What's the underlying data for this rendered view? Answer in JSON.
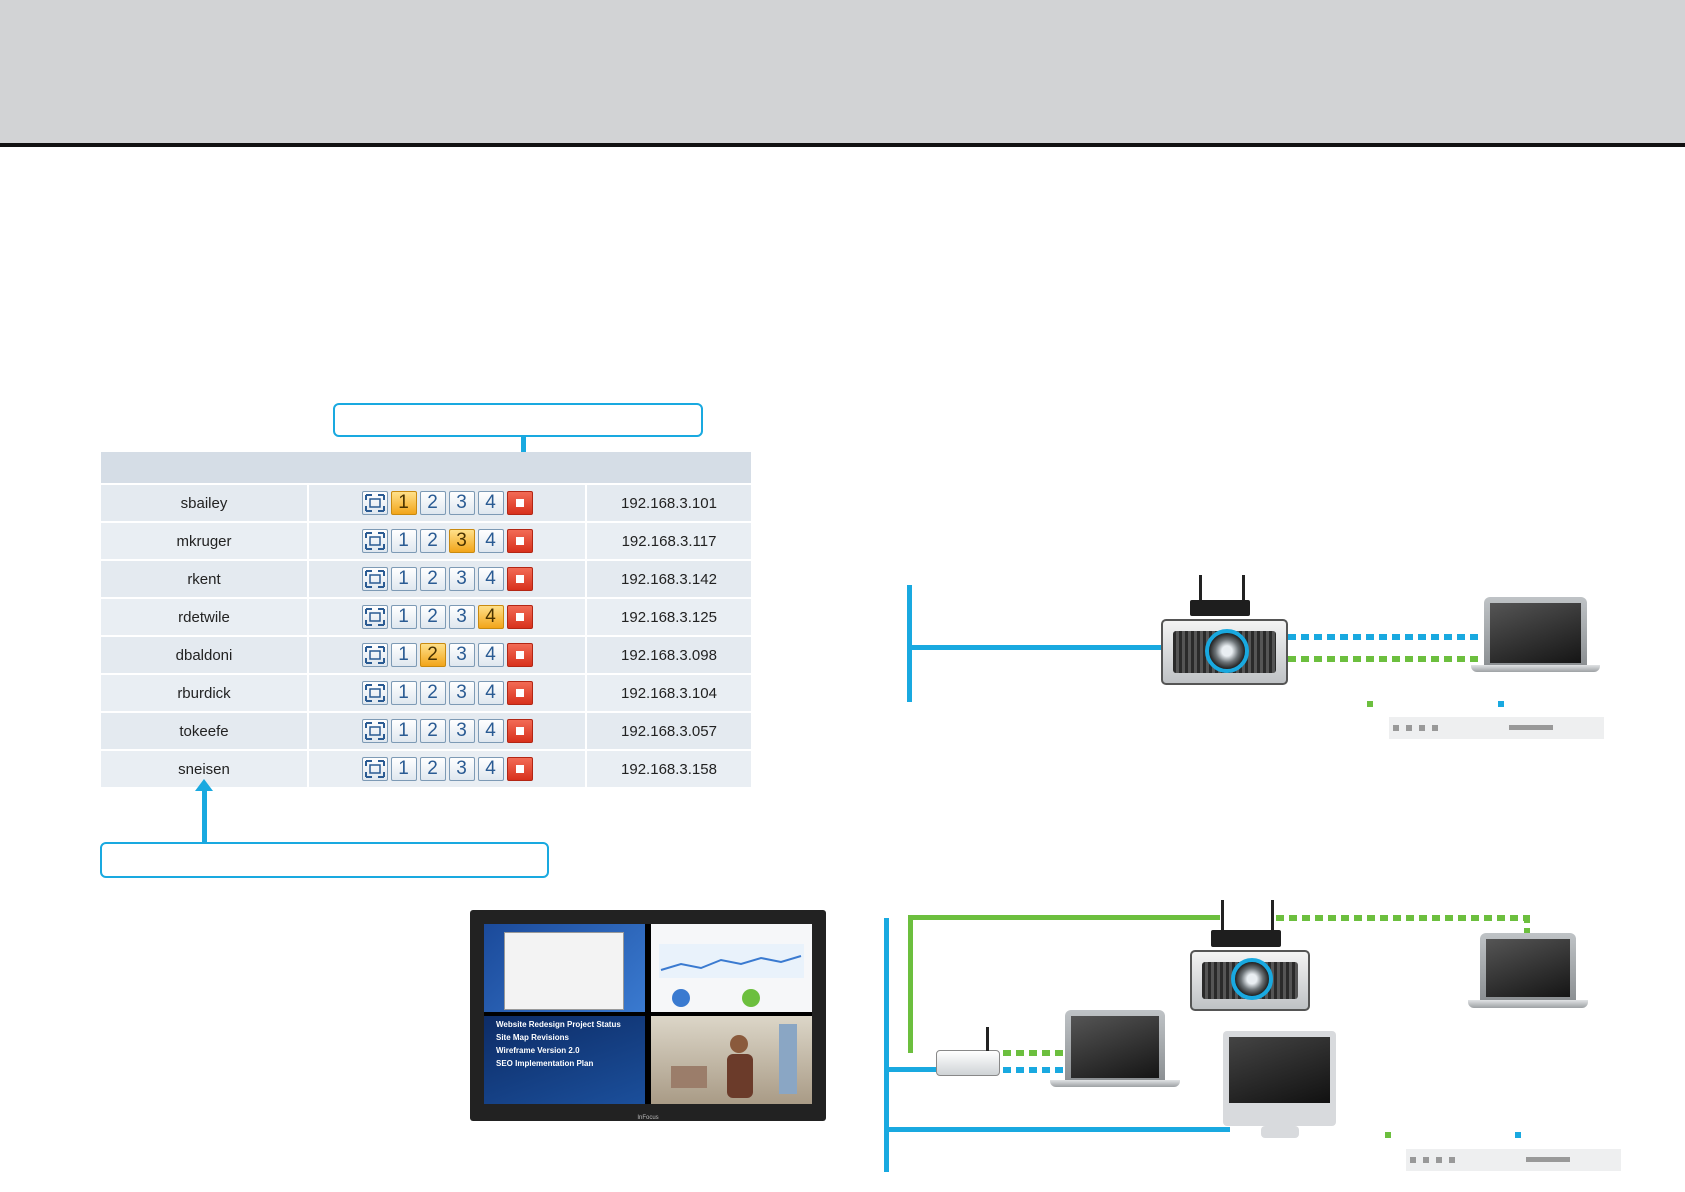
{
  "table": {
    "rows": [
      {
        "user": "sbailey",
        "ip": "192.168.3.101",
        "active": 1
      },
      {
        "user": "mkruger",
        "ip": "192.168.3.117",
        "active": 3
      },
      {
        "user": "rkent",
        "ip": "192.168.3.142",
        "active": 0
      },
      {
        "user": "rdetwile",
        "ip": "192.168.3.125",
        "active": 4
      },
      {
        "user": "dbaldoni",
        "ip": "192.168.3.098",
        "active": 2
      },
      {
        "user": "rburdick",
        "ip": "192.168.3.104",
        "active": 0
      },
      {
        "user": "tokeefe",
        "ip": "192.168.3.057",
        "active": 0
      },
      {
        "user": "sneisen",
        "ip": "192.168.3.158",
        "active": 0
      }
    ],
    "quadrant_labels": [
      "1",
      "2",
      "3",
      "4"
    ],
    "icons": {
      "fullscreen": "fullscreen-icon",
      "stop": "stop-icon"
    }
  },
  "monitor": {
    "slide_lines": [
      "Website Redesign Project Status",
      "Site Map Revisions",
      "Wireframe Version 2.0",
      "SEO Implementation Plan"
    ],
    "brand": "InFocus"
  },
  "colors": {
    "accent_blue": "#19a9e0",
    "accent_green": "#6cbf3e",
    "active_button": "#f2a51a",
    "stop_button": "#d8311c"
  }
}
